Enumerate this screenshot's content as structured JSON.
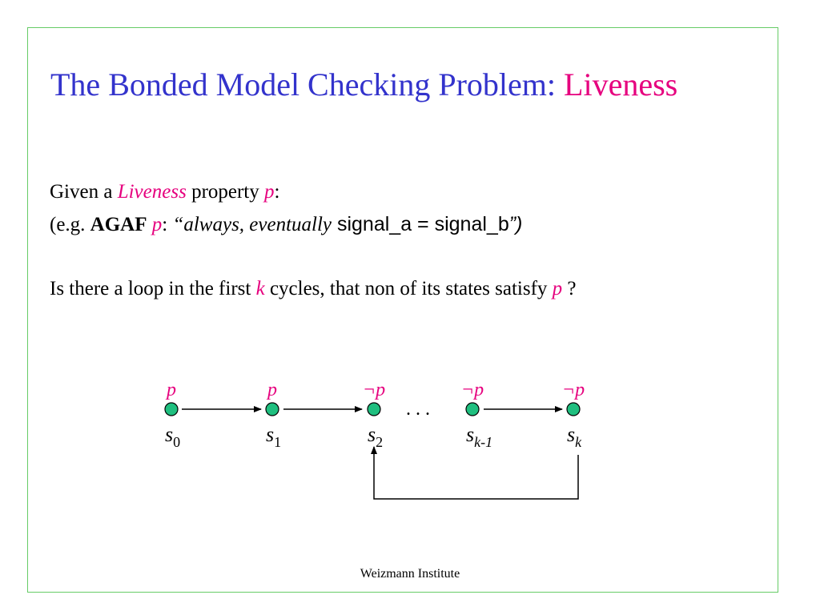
{
  "title": {
    "main": "The Bonded Model Checking Problem:",
    "accent": "Liveness"
  },
  "line1": {
    "a": "Given a ",
    "b": "Liveness",
    "c": " property ",
    "d": "p",
    "e": ":"
  },
  "line2": {
    "a": "(e.g. ",
    "b": "AGAF",
    "c": "p",
    "d": ": ",
    "e": "“always, eventually",
    "f": " signal_a = signal_b",
    "g": "”)"
  },
  "line3": {
    "a": "Is there a loop in the first ",
    "b": "k",
    "c": " cycles, that non of its states satisfy ",
    "d": "p",
    "e": " ?"
  },
  "diagram": {
    "labels": [
      "p",
      "p",
      "¬p",
      "¬p",
      "¬p"
    ],
    "states": [
      {
        "s": "s",
        "sub": "0"
      },
      {
        "s": "s",
        "sub": "1"
      },
      {
        "s": "s",
        "sub": "2"
      },
      {
        "s": "s",
        "sub": "k-1"
      },
      {
        "s": "s",
        "sub": "k"
      }
    ],
    "ellipsis": ". . .",
    "node_color": "#1fbf7f",
    "label_color": "#e6007e"
  },
  "footer": "Weizmann Institute",
  "colors": {
    "title": "#3333cc",
    "accent": "#e6007e",
    "frame": "#66cc66"
  }
}
